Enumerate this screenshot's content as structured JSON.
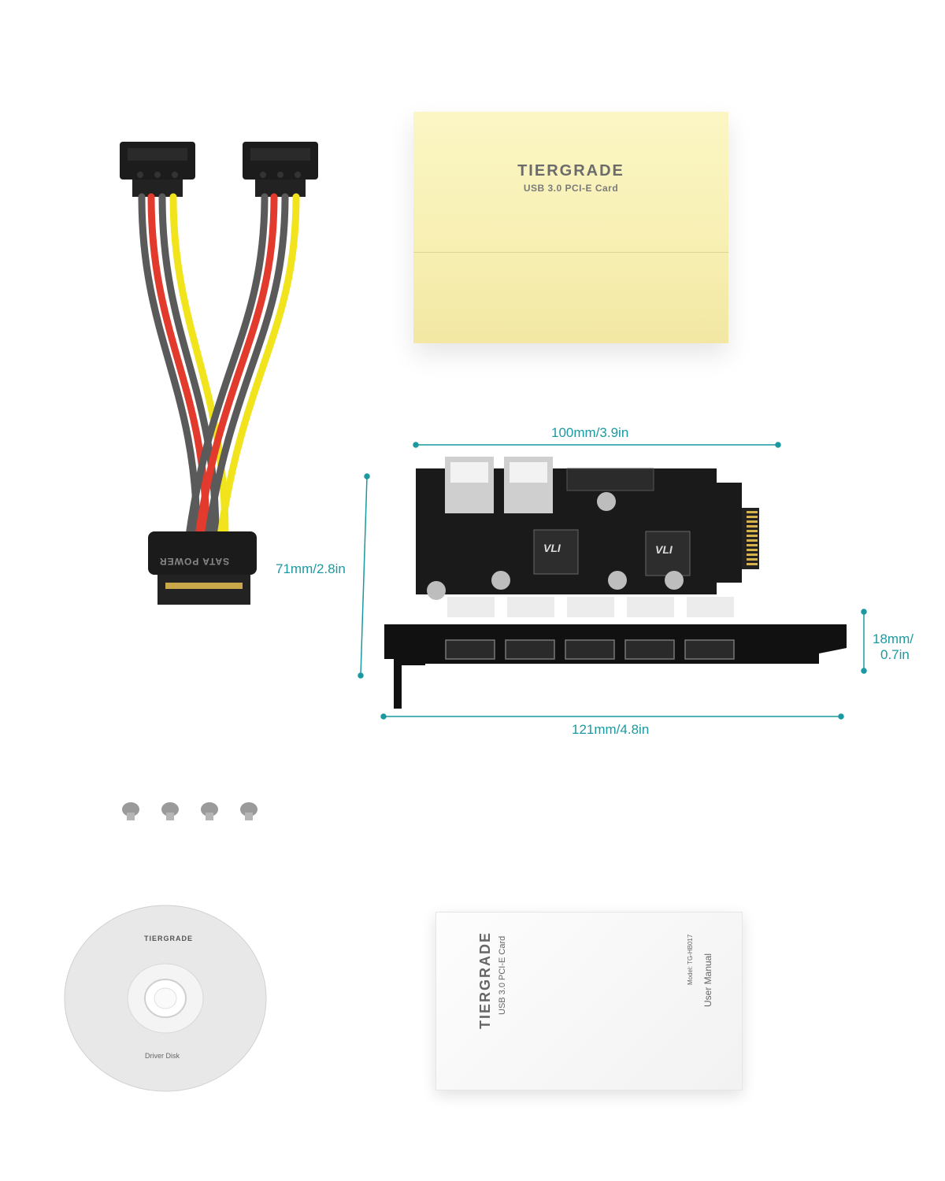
{
  "box": {
    "brand": "TIERGRADE",
    "subtitle": "USB 3.0 PCI-E Card"
  },
  "card": {
    "chip_label_1": "VLI",
    "chip_label_2": "VLI",
    "connector_label": "SATA POWER"
  },
  "dimensions": {
    "top_width": "100mm/3.9in",
    "height": "71mm/2.8in",
    "bracket_width": "121mm/4.8in",
    "bracket_height_line1": "18mm/",
    "bracket_height_line2": "0.7in"
  },
  "cd": {
    "brand": "TIERGRADE",
    "label": "Driver Disk"
  },
  "manual": {
    "brand": "TIERGRADE",
    "product": "USB 3.0 PCI-E Card",
    "model": "Model: TG-HB017",
    "title": "User Manual"
  },
  "colors": {
    "dimension_accent": "#1a9aa0",
    "box": "#f8f0b6",
    "cable_red": "#e23b2e",
    "cable_yellow": "#f2e41c",
    "cable_black": "#555555"
  }
}
